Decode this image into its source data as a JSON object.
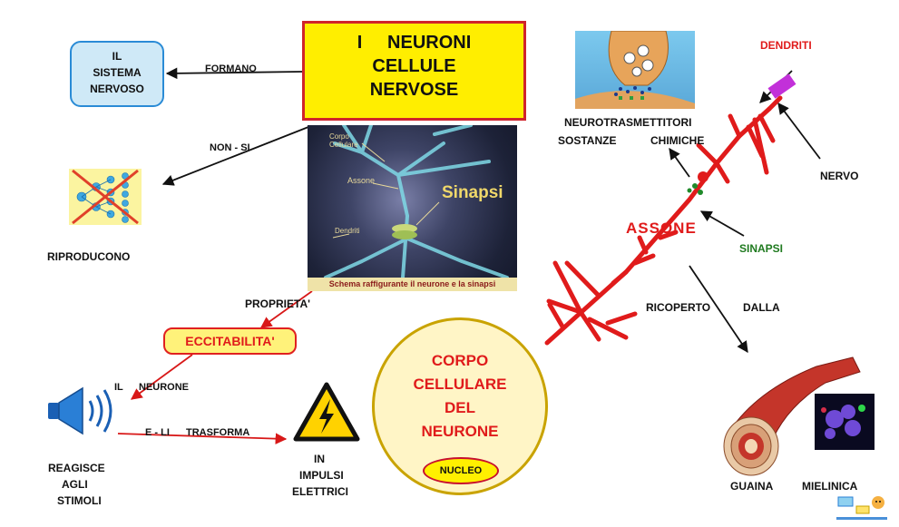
{
  "title": {
    "line1": "I     NEURONI",
    "line2": "CELLULE",
    "line3": "NERVOSE"
  },
  "sistema": {
    "line1": "IL",
    "line2": "SISTEMA",
    "line3": "NERVOSO"
  },
  "labels": {
    "formano": "FORMANO",
    "non_si": "NON - SI",
    "riproducono": "RIPRODUCONO",
    "proprieta": "PROPRIETA'",
    "eccitabilita": "ECCITABILITA'",
    "il": "IL",
    "neurone": "NEURONE",
    "e_li": "E - LI",
    "trasforma": "TRASFORMA",
    "reagisce": "REAGISCE",
    "agli": "AGLI",
    "stimoli": "STIMOLI",
    "in": "IN",
    "impulsi": "IMPULSI",
    "elettrici": "ELETTRICI",
    "neurotrasmettitori": "NEUROTRASMETTITORI",
    "sostanze": "SOSTANZE",
    "chimiche": "CHIMICHE",
    "dendriti": "DENDRITI",
    "nervo": "NERVO",
    "assone": "ASSONE",
    "sinapsi": "SINAPSI",
    "ricoperto": "RICOPERTO",
    "dalla": "DALLA",
    "guaina": "GUAINA",
    "mielinica": "MIELINICA"
  },
  "corpo": {
    "line1": "CORPO",
    "line2": "CELLULARE",
    "line3": "DEL",
    "line4": "NEURONE"
  },
  "nucleo": "NUCLEO",
  "photo": {
    "caption": "Schema raffigurante il neurone e la sinapsi",
    "corpo_cellulare": "Corpo\nCellulare",
    "assone": "Assone",
    "sinapsi": "Sinapsi",
    "dendriti": "Dendriti"
  },
  "colors": {
    "red": "#e01b1b",
    "yellow": "#ffee00",
    "green": "#1f7a1f",
    "blue": "#2a8bd6"
  }
}
